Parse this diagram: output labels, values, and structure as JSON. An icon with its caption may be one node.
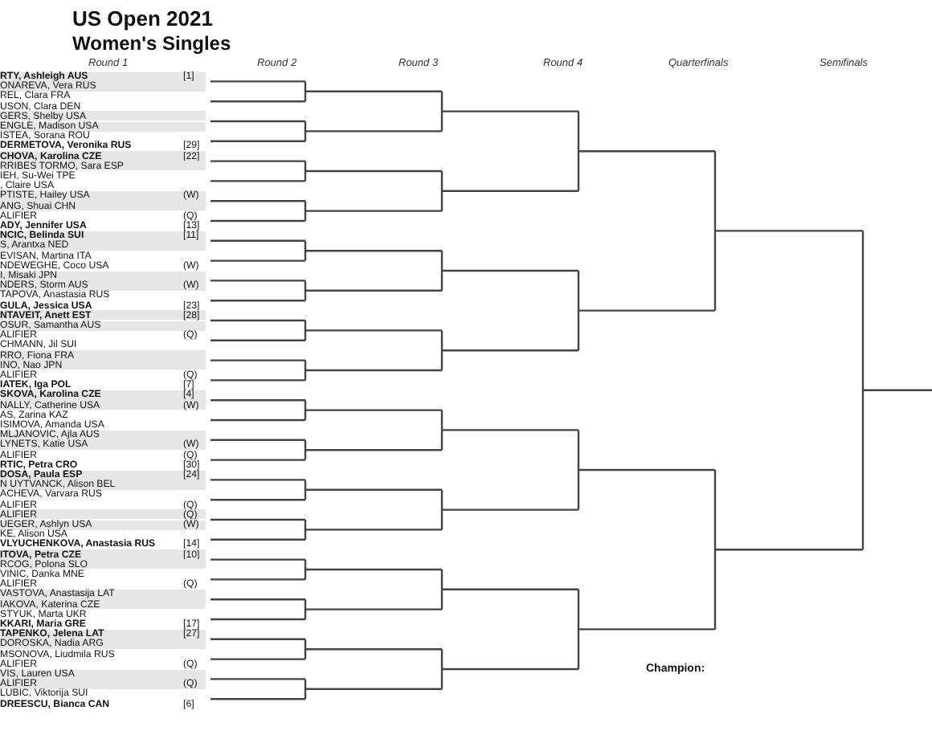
{
  "diagram": {
    "title": "US Open 2021",
    "nodes": [
      {
        "text": [
          "RTY, Ashleigh AUS",
          "[1]"
        ]
      },
      {
        "text": [
          "ONAREVA, Vera RUS"
        ]
      },
      {
        "text": [
          "REL, Clara FRA"
        ]
      },
      {
        "text": [
          "USON, Clara DEN"
        ]
      },
      {
        "text": [
          "GERS, Shelby USA"
        ]
      },
      {
        "text": [
          "ENGLE, Madison USA"
        ]
      },
      {
        "text": [
          "ISTEA, Sorana ROU"
        ]
      },
      {
        "text": [
          "DERMETOVA, Veronika RUS",
          "[29]"
        ]
      },
      {
        "text": [
          "CHOVA, Karolina CZE",
          "[22]"
        ]
      },
      {
        "text": [
          "RRIBES TORMO, Sara ESP"
        ]
      },
      {
        "text": [
          "IEH, Su-Wei TPE"
        ]
      },
      {
        "text": [
          ", Claire USA"
        ]
      },
      {
        "text": [
          "PTISTE, Hailey USA",
          "(W)"
        ]
      },
      {
        "text": [
          "ANG, Shuai CHN"
        ]
      },
      {
        "text": [
          "ALIFIER",
          "(Q)"
        ]
      },
      {
        "text": [
          "ADY, Jennifer USA",
          "[13]"
        ]
      },
      {
        "text": [
          "NCIC, Belinda SUI",
          "[11]"
        ]
      },
      {
        "text": [
          "S, Arantxa NED"
        ]
      },
      {
        "text": [
          "EVISAN, Martina ITA"
        ]
      },
      {
        "text": [
          "NDEWEGHE, Coco USA",
          "(W)"
        ]
      },
      {
        "text": [
          "I, Misaki JPN"
        ]
      },
      {
        "text": [
          "NDERS, Storm AUS",
          "(W)"
        ]
      },
      {
        "text": [
          "TAPOVA, Anastasia RUS"
        ]
      },
      {
        "text": [
          "GULA, Jessica USA",
          "[23]"
        ]
      },
      {
        "text": [
          "NTAVEIT, Anett EST",
          "[28]"
        ]
      },
      {
        "text": [
          "OSUR, Samantha AUS"
        ]
      },
      {
        "text": [
          "ALIFIER",
          "(Q)"
        ]
      },
      {
        "text": [
          "CHMANN, Jil SUI"
        ]
      },
      {
        "text": [
          "RRO, Fiona FRA"
        ]
      },
      {
        "text": [
          "INO, Nao JPN"
        ]
      },
      {
        "text": [
          "ALIFIER",
          "(Q)"
        ]
      },
      {
        "text": [
          "IATEK, Iga POL",
          "[7]"
        ]
      },
      {
        "text": [
          "SKOVA, Karolina CZE",
          "[4]"
        ]
      },
      {
        "text": [
          "NALLY, Catherine USA",
          "(W)"
        ]
      },
      {
        "text": [
          "AS, Zarina KAZ"
        ]
      },
      {
        "text": [
          "ISIMOVA, Amanda USA"
        ]
      },
      {
        "text": [
          "MLJANOVIC, Ajla AUS"
        ]
      },
      {
        "text": [
          "LYNETS, Katie USA",
          "(W)"
        ]
      },
      {
        "text": [
          "ALIFIER",
          "(Q)"
        ]
      },
      {
        "text": [
          "RTIC, Petra CRO",
          "[30]"
        ]
      },
      {
        "text": [
          "DOSA, Paula ESP",
          "[24]"
        ]
      },
      {
        "text": [
          "N UYTVANCK, Alison BEL"
        ]
      },
      {
        "text": [
          "ACHEVA, Varvara RUS"
        ]
      },
      {
        "text": [
          "ALIFIER",
          "(Q)"
        ]
      },
      {
        "text": [
          "ALIFIER",
          "(Q)"
        ]
      },
      {
        "text": [
          "UEGER, Ashlyn USA",
          "(W)"
        ]
      },
      {
        "text": [
          "KE, Alison USA"
        ]
      },
      {
        "text": [
          "VLYUCHENKOVA, Anastasia RUS",
          "[14]"
        ]
      },
      {
        "text": [
          "ITOVA, Petra CZE",
          "[10]"
        ]
      },
      {
        "text": [
          "RCOG, Polona SLO"
        ]
      },
      {
        "text": [
          "VINIC, Danka MNE"
        ]
      },
      {
        "text": [
          "ALIFIER",
          "(Q)"
        ]
      },
      {
        "text": [
          "VASTOVA, Anastasija LAT"
        ]
      },
      {
        "text": [
          "IAKOVA, Katerina CZE"
        ]
      },
      {
        "text": [
          "STYUK, Marta UKR"
        ]
      },
      {
        "text": [
          "KKARI, Maria GRE",
          "[17]"
        ]
      },
      {
        "text": [
          "TAPENKO, Jelena LAT",
          "[27]"
        ]
      },
      {
        "text": [
          "DOROSKA, Nadia ARG"
        ]
      },
      {
        "text": [
          "MSONOVA, Liudmila RUS"
        ]
      },
      {
        "text": [
          "ALIFIER",
          "(Q)"
        ]
      },
      {
        "text": [
          "VIS, Lauren USA"
        ]
      },
      {
        "text": [
          "ALIFIER",
          "(Q)"
        ]
      },
      {
        "text": [
          "LUBIC, Viktorija SUI"
        ]
      },
      {
        "text": [
          "DREESCU, Bianca CAN",
          "[6]"
        ]
      }
    ],
    "labels": [
      "Women's Singles",
      "Round 1",
      "Round 2",
      "Round 3",
      "Round 4",
      "Quarterfinals",
      "Semifinals",
      "Champion:"
    ]
  }
}
